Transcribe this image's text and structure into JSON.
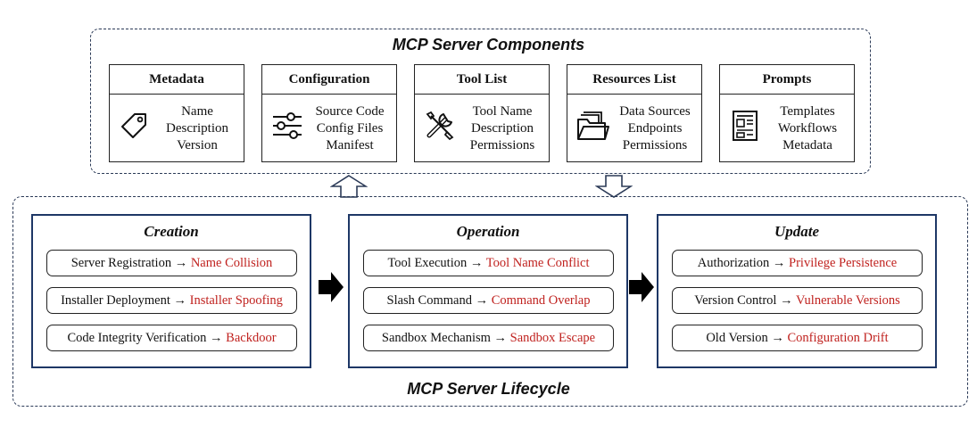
{
  "components": {
    "title": "MCP Server Components",
    "cards": [
      {
        "title": "Metadata",
        "icon": "tag-icon",
        "lines": [
          "Name",
          "Description",
          "Version"
        ]
      },
      {
        "title": "Configuration",
        "icon": "sliders-icon",
        "lines": [
          "Source Code",
          "Config Files",
          "Manifest"
        ]
      },
      {
        "title": "Tool List",
        "icon": "tools-icon",
        "lines": [
          "Tool Name",
          "Description",
          "Permissions"
        ]
      },
      {
        "title": "Resources List",
        "icon": "folder-icon",
        "lines": [
          "Data Sources",
          "Endpoints",
          "Permissions"
        ]
      },
      {
        "title": "Prompts",
        "icon": "template-icon",
        "lines": [
          "Templates",
          "Workflows",
          "Metadata"
        ]
      }
    ]
  },
  "lifecycle": {
    "title": "MCP Server Lifecycle",
    "arrow_glyph": "→",
    "stages": [
      {
        "title": "Creation",
        "items": [
          {
            "phase": "Server Registration",
            "risk": "Name Collision"
          },
          {
            "phase": "Installer Deployment",
            "risk": "Installer Spoofing"
          },
          {
            "phase": "Code Integrity Verification",
            "risk": "Backdoor"
          }
        ]
      },
      {
        "title": "Operation",
        "items": [
          {
            "phase": "Tool Execution",
            "risk": "Tool Name Conflict"
          },
          {
            "phase": "Slash Command",
            "risk": "Command Overlap"
          },
          {
            "phase": "Sandbox Mechanism",
            "risk": "Sandbox Escape"
          }
        ]
      },
      {
        "title": "Update",
        "items": [
          {
            "phase": "Authorization",
            "risk": "Privilege Persistence"
          },
          {
            "phase": "Version Control",
            "risk": "Vulnerable Versions"
          },
          {
            "phase": "Old Version",
            "risk": "Configuration Drift"
          }
        ]
      }
    ]
  },
  "colors": {
    "border": "#1e3766",
    "dashed": "#2b3a57",
    "risk": "#c0221f",
    "text": "#111111"
  }
}
